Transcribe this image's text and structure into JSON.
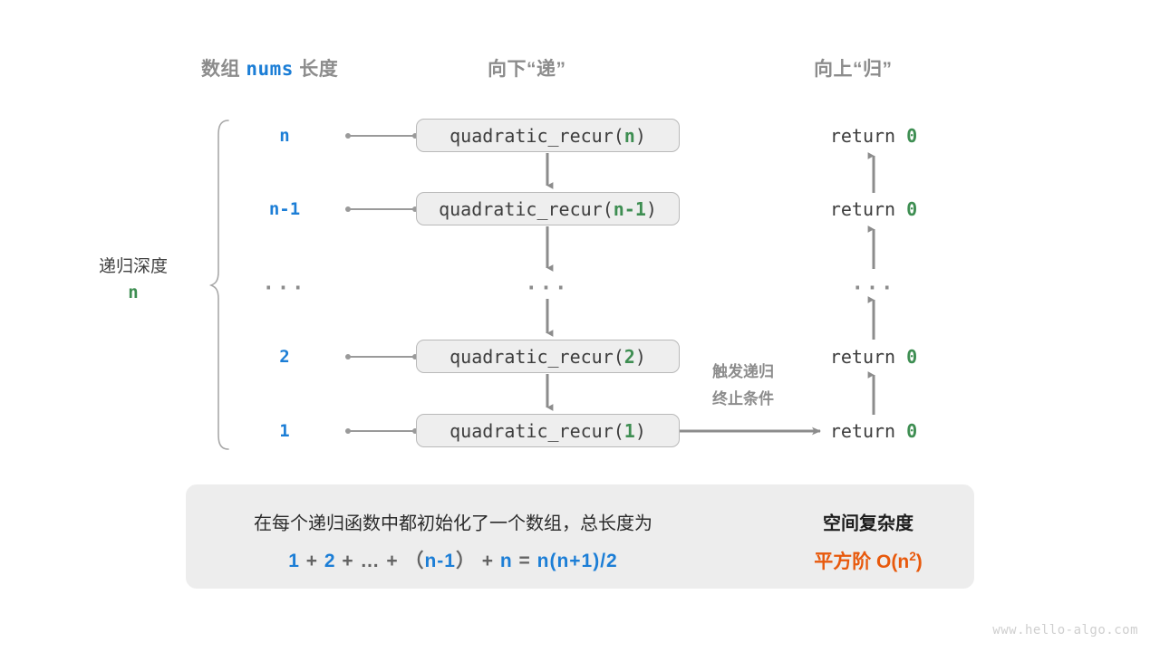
{
  "headers": {
    "left": {
      "prefix": "数组 ",
      "code": "nums",
      "suffix": " 长度"
    },
    "middle": "向下“递”",
    "right": "向上“归”"
  },
  "depth": {
    "label": "递归深度",
    "value": "n"
  },
  "rows": [
    {
      "size": "n",
      "call_prefix": "quadratic_recur(",
      "arg": "n",
      "call_suffix": ")",
      "return_text": "return ",
      "return_value": "0"
    },
    {
      "size": "n-1",
      "call_prefix": "quadratic_recur(",
      "arg": "n-1",
      "call_suffix": ")",
      "return_text": "return ",
      "return_value": "0"
    },
    {
      "size": "...",
      "call_prefix": "...",
      "arg": "",
      "call_suffix": "",
      "return_text": "...",
      "return_value": ""
    },
    {
      "size": "2",
      "call_prefix": "quadratic_recur(",
      "arg": "2",
      "call_suffix": ")",
      "return_text": "return ",
      "return_value": "0"
    },
    {
      "size": "1",
      "call_prefix": "quadratic_recur(",
      "arg": "1",
      "call_suffix": ")",
      "return_text": "return ",
      "return_value": "0"
    }
  ],
  "trigger_note": {
    "line1": "触发递归",
    "line2": "终止条件"
  },
  "summary": {
    "description": "在每个递归函数中都初始化了一个数组，总长度为",
    "formula": [
      {
        "t": "1",
        "blue": true
      },
      {
        "t": " + ",
        "blue": false
      },
      {
        "t": "2",
        "blue": true
      },
      {
        "t": " + … + ",
        "blue": false
      },
      {
        "t": "（",
        "blue": false
      },
      {
        "t": "n-1",
        "blue": true
      },
      {
        "t": "）",
        "blue": false
      },
      {
        "t": " + ",
        "blue": false
      },
      {
        "t": "n",
        "blue": true
      },
      {
        "t": " = ",
        "blue": false
      },
      {
        "t": "n(n+1)/2",
        "blue": true
      }
    ],
    "result_title": "空间复杂度",
    "result_name": "平方阶 ",
    "result_notation_base": "O(n",
    "result_notation_sup": "2",
    "result_notation_tail": ")"
  },
  "watermark": "www.hello-algo.com",
  "colors": {
    "blue": "#1c7ed6",
    "green": "#3e8e52",
    "orange": "#e8590c",
    "gray": "#8c8c8c",
    "box_fill": "#eeeeee",
    "box_border": "#b9b9b9",
    "panel_fill": "#ededed"
  }
}
